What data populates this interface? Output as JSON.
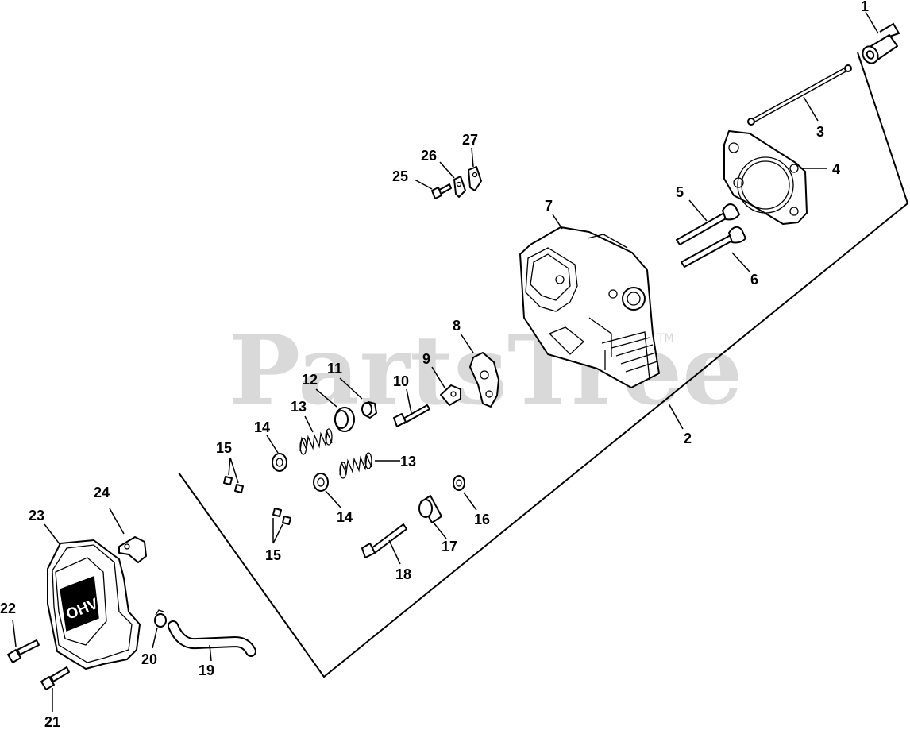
{
  "watermark": {
    "text": "PartsTree",
    "tm": "TM"
  },
  "cover_text": "OHV",
  "callouts": [
    {
      "id": "c1",
      "label": "1"
    },
    {
      "id": "c2",
      "label": "2"
    },
    {
      "id": "c3",
      "label": "3"
    },
    {
      "id": "c4",
      "label": "4"
    },
    {
      "id": "c5",
      "label": "5"
    },
    {
      "id": "c6",
      "label": "6"
    },
    {
      "id": "c7",
      "label": "7"
    },
    {
      "id": "c8",
      "label": "8"
    },
    {
      "id": "c9",
      "label": "9"
    },
    {
      "id": "c10",
      "label": "10"
    },
    {
      "id": "c11",
      "label": "11"
    },
    {
      "id": "c12",
      "label": "12"
    },
    {
      "id": "c13a",
      "label": "13"
    },
    {
      "id": "c13b",
      "label": "13"
    },
    {
      "id": "c14a",
      "label": "14"
    },
    {
      "id": "c14b",
      "label": "14"
    },
    {
      "id": "c15a",
      "label": "15"
    },
    {
      "id": "c15b",
      "label": "15"
    },
    {
      "id": "c16",
      "label": "16"
    },
    {
      "id": "c17",
      "label": "17"
    },
    {
      "id": "c18",
      "label": "18"
    },
    {
      "id": "c19",
      "label": "19"
    },
    {
      "id": "c20",
      "label": "20"
    },
    {
      "id": "c21",
      "label": "21"
    },
    {
      "id": "c22",
      "label": "22"
    },
    {
      "id": "c23",
      "label": "23"
    },
    {
      "id": "c24",
      "label": "24"
    },
    {
      "id": "c25",
      "label": "25"
    },
    {
      "id": "c26",
      "label": "26"
    },
    {
      "id": "c27",
      "label": "27"
    }
  ]
}
